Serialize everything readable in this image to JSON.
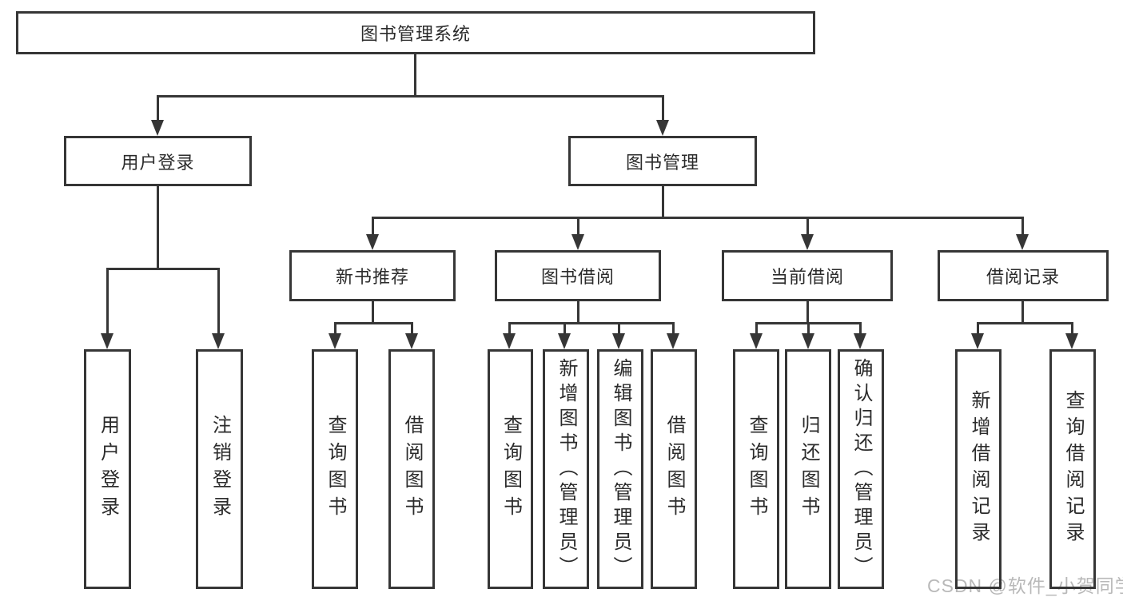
{
  "tree": {
    "root": {
      "label": "图书管理系统"
    },
    "branches": [
      {
        "label": "用户登录",
        "children": [
          {
            "label": "用户登录"
          },
          {
            "label": "注销登录"
          }
        ]
      },
      {
        "label": "图书管理",
        "children": [
          {
            "label": "新书推荐",
            "children": [
              {
                "label": "查询图书"
              },
              {
                "label": "借阅图书"
              }
            ]
          },
          {
            "label": "图书借阅",
            "children": [
              {
                "label": "查询图书"
              },
              {
                "label": "新增图书（管理员）"
              },
              {
                "label": "编辑图书（管理员）"
              },
              {
                "label": "借阅图书"
              }
            ]
          },
          {
            "label": "当前借阅",
            "children": [
              {
                "label": "查询图书"
              },
              {
                "label": "归还图书"
              },
              {
                "label": "确认归还（管理员）"
              }
            ]
          },
          {
            "label": "借阅记录",
            "children": [
              {
                "label": "新增借阅记录"
              },
              {
                "label": "查询借阅记录"
              }
            ]
          }
        ]
      }
    ]
  },
  "watermark": {
    "text": "CSDN @软件_小贺同学"
  },
  "colors": {
    "line": "#363636",
    "text": "#2b2b2b",
    "watermark": "#b9b9b9",
    "background": "#ffffff"
  }
}
